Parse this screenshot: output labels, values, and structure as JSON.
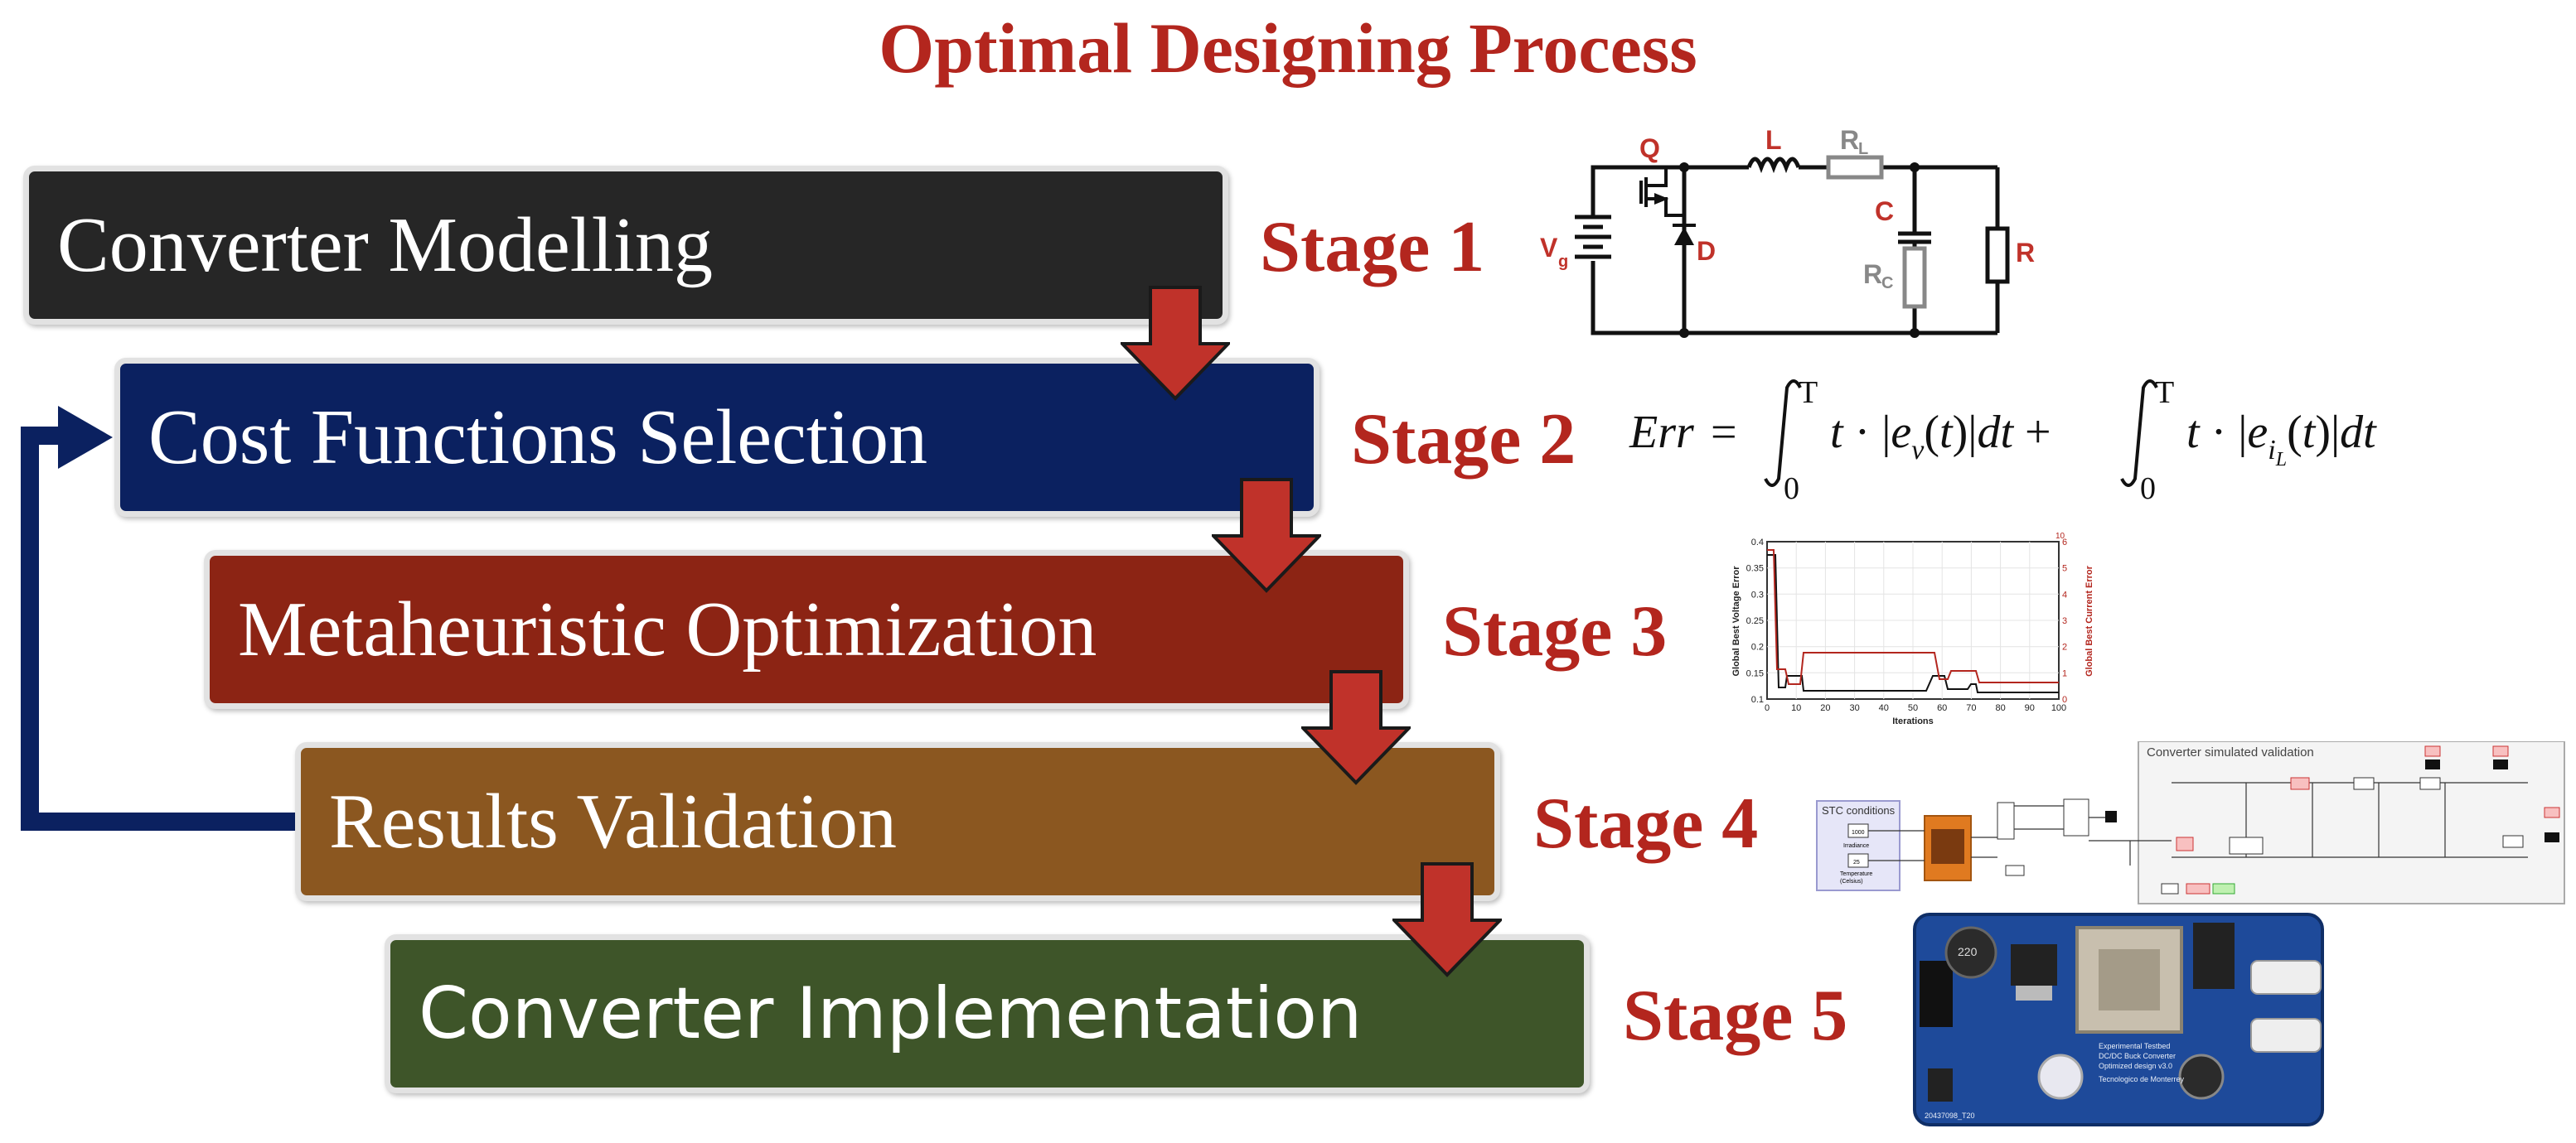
{
  "title": "Optimal Designing Process",
  "stages": [
    {
      "name": "Converter Modelling",
      "label": "Stage 1",
      "color": "#262626"
    },
    {
      "name": "Cost Functions Selection",
      "label": "Stage 2",
      "color": "#0b2160"
    },
    {
      "name": "Metaheuristic Optimization",
      "label": "Stage 3",
      "color": "#8c2414"
    },
    {
      "name": "Results Validation",
      "label": "Stage 4",
      "color": "#8b5720"
    },
    {
      "name": "Converter Implementation",
      "label": "Stage 5",
      "color": "#3e5529"
    }
  ],
  "circuit": {
    "labels": {
      "q": "Q",
      "l": "L",
      "rl": "R",
      "rl_sub": "L",
      "c": "C",
      "rc": "R",
      "rc_sub": "C",
      "r": "R",
      "d": "D",
      "vg": "V",
      "vg_sub": "g"
    }
  },
  "formula": {
    "lhs": "Err",
    "upper": "T",
    "lower": "0"
  },
  "plot": {
    "ylabel_left": "Global Best Voltage Error",
    "ylabel_right": "Global Best Current Error",
    "xlabel": "Iterations",
    "exponent": "10",
    "left_ticks": [
      "0.4",
      "0.35",
      "0.3",
      "0.25",
      "0.2",
      "0.15",
      "0.1"
    ],
    "right_ticks": [
      "6",
      "5",
      "4",
      "3",
      "2",
      "1",
      "0"
    ],
    "x_ticks": [
      "0",
      "10",
      "20",
      "30",
      "40",
      "50",
      "60",
      "70",
      "80",
      "90",
      "100"
    ]
  },
  "sim": {
    "stc_title": "STC conditions",
    "irradiance": "Irradiance",
    "temperature": "Temperature",
    "temperature_unit": "(Celsius)",
    "irr_value": "1000",
    "temp_value": "25",
    "panel_title": "Converter simulated validation"
  },
  "pcb": {
    "board_text": [
      "Experimental Testbed",
      "DC/DC Buck Converter",
      "Optimized design v3.0",
      "Tecnologico de Monterrey"
    ],
    "serial": "20437098_T20",
    "cap_text": "220"
  }
}
